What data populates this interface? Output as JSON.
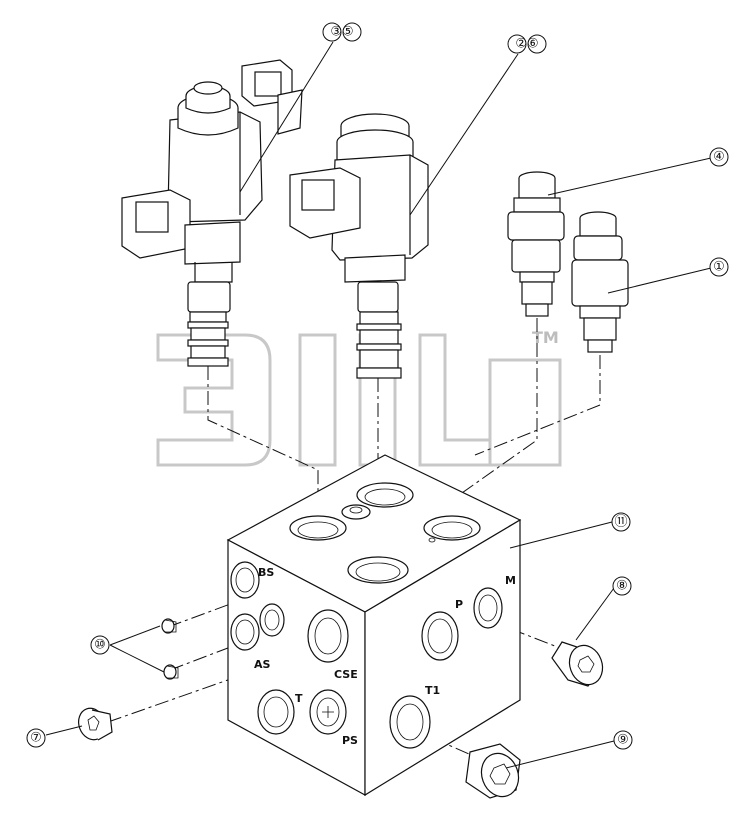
{
  "watermark": {
    "trademark": "TM"
  },
  "callouts": [
    {
      "id": "c35",
      "label": "③⑤"
    },
    {
      "id": "c26",
      "label": "②⑥"
    },
    {
      "id": "c4",
      "label": "④"
    },
    {
      "id": "c1",
      "label": "①"
    },
    {
      "id": "c11",
      "label": "⑪"
    },
    {
      "id": "c8",
      "label": "⑧"
    },
    {
      "id": "c10",
      "label": "⑩"
    },
    {
      "id": "c7",
      "label": "⑦"
    },
    {
      "id": "c9",
      "label": "⑨"
    }
  ],
  "ports": {
    "bs": "BS",
    "as": "AS",
    "cse": "CSE",
    "p": "P",
    "m": "M",
    "t": "T",
    "t1": "T1",
    "ps": "PS"
  }
}
